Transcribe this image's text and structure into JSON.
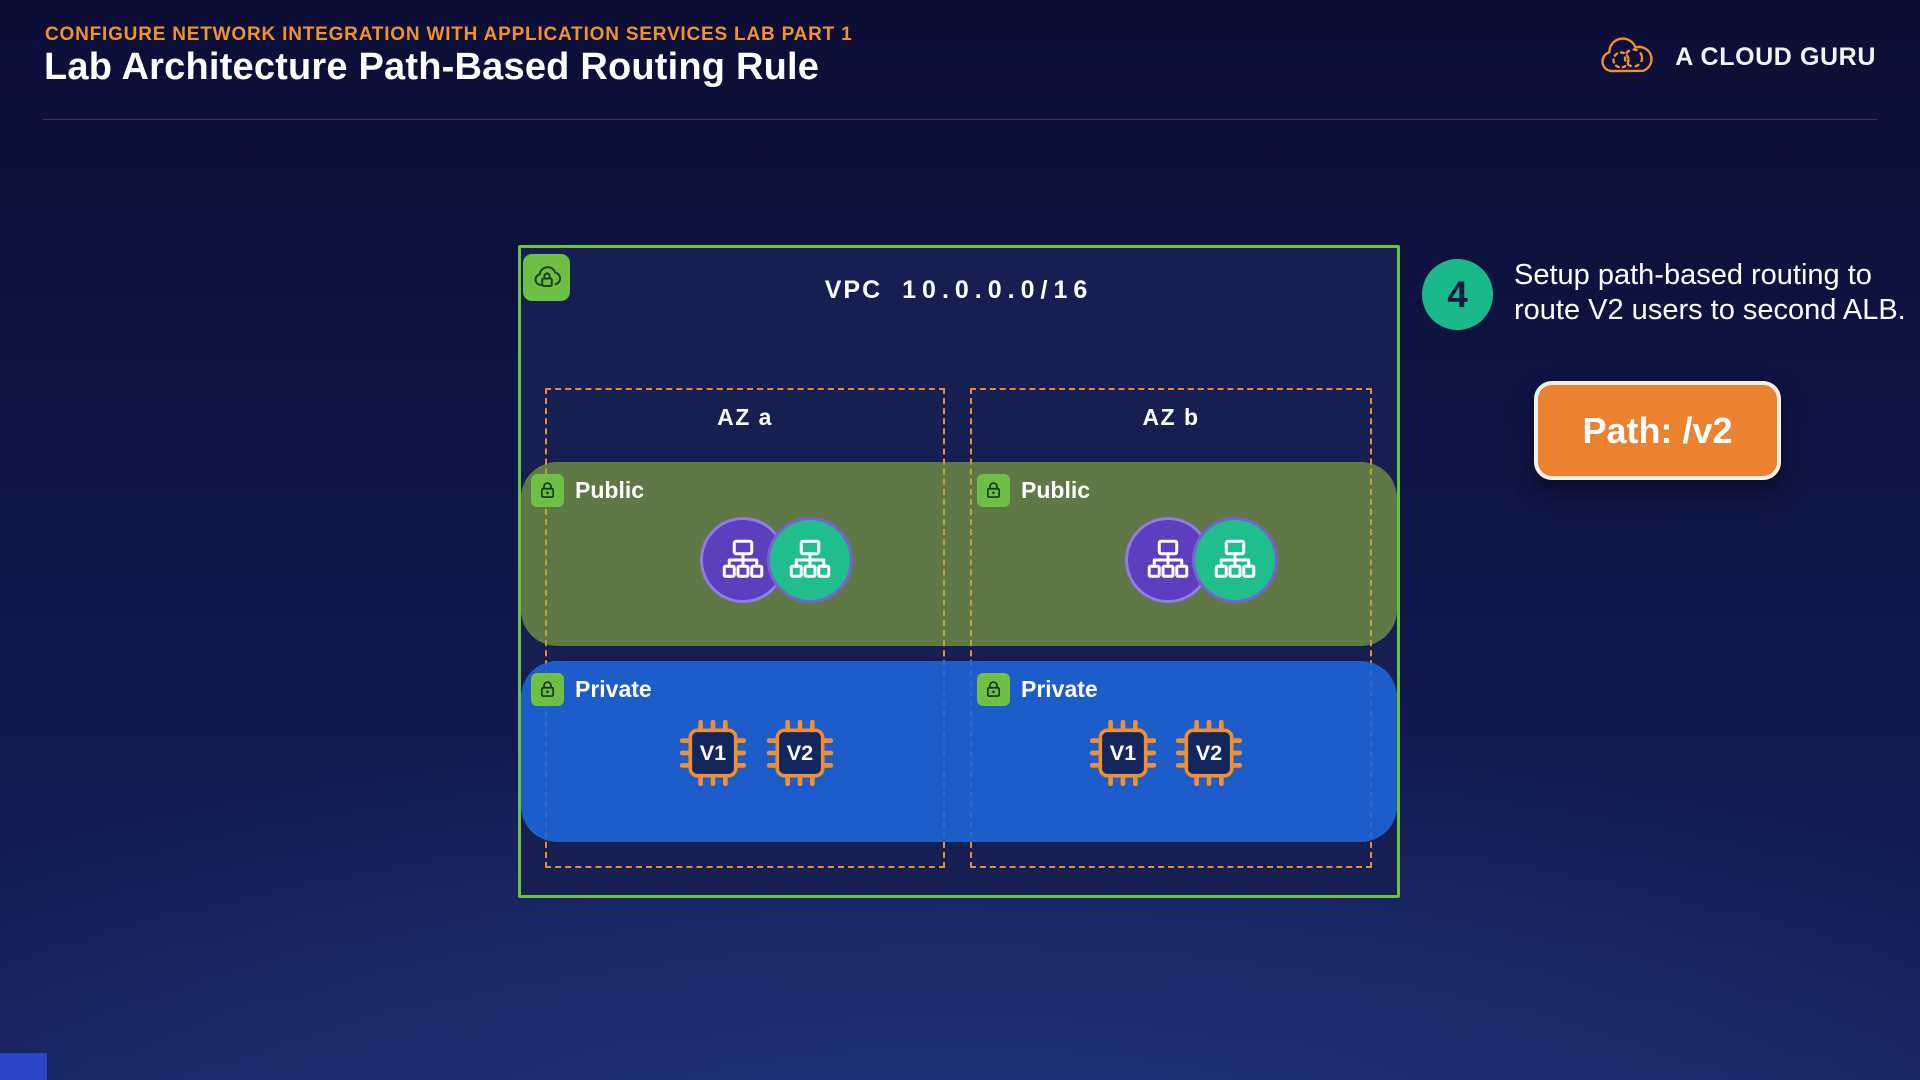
{
  "header": {
    "kicker": "CONFIGURE NETWORK INTEGRATION WITH APPLICATION SERVICES LAB PART 1",
    "title": "Lab Architecture Path-Based Routing Rule",
    "brand": "A CLOUD GURU"
  },
  "vpc": {
    "name": "VPC",
    "cidr": "10.0.0.0/16"
  },
  "azs": [
    {
      "label": "AZ a",
      "public_label": "Public",
      "private_label": "Private",
      "instances": [
        "V1",
        "V2"
      ]
    },
    {
      "label": "AZ b",
      "public_label": "Public",
      "private_label": "Private",
      "instances": [
        "V1",
        "V2"
      ]
    }
  ],
  "annotation": {
    "step": "4",
    "text": "Setup path-based routing to route V2 users to second ALB.",
    "path_label": "Path: /v2"
  },
  "icons": {
    "vpc_badge": "cloud-lock-icon",
    "subnet_badge": "lock-icon",
    "public_nodes": "load-balancer-icon",
    "private_nodes": "chip-icon",
    "brand": "cloud-icon"
  },
  "colors": {
    "background_top": "#0C0E36",
    "background_bottom": "#273A82",
    "accent_orange": "#EE8A2F",
    "vpc_border_green": "#6FBF44",
    "public_band_olive": "#59714B",
    "private_band_blue": "#1D5DCA",
    "step_teal": "#19B98C",
    "alb_purple": "#5C3EBE",
    "alb_green": "#1FBE8C",
    "text_white": "#FFFFFF"
  }
}
